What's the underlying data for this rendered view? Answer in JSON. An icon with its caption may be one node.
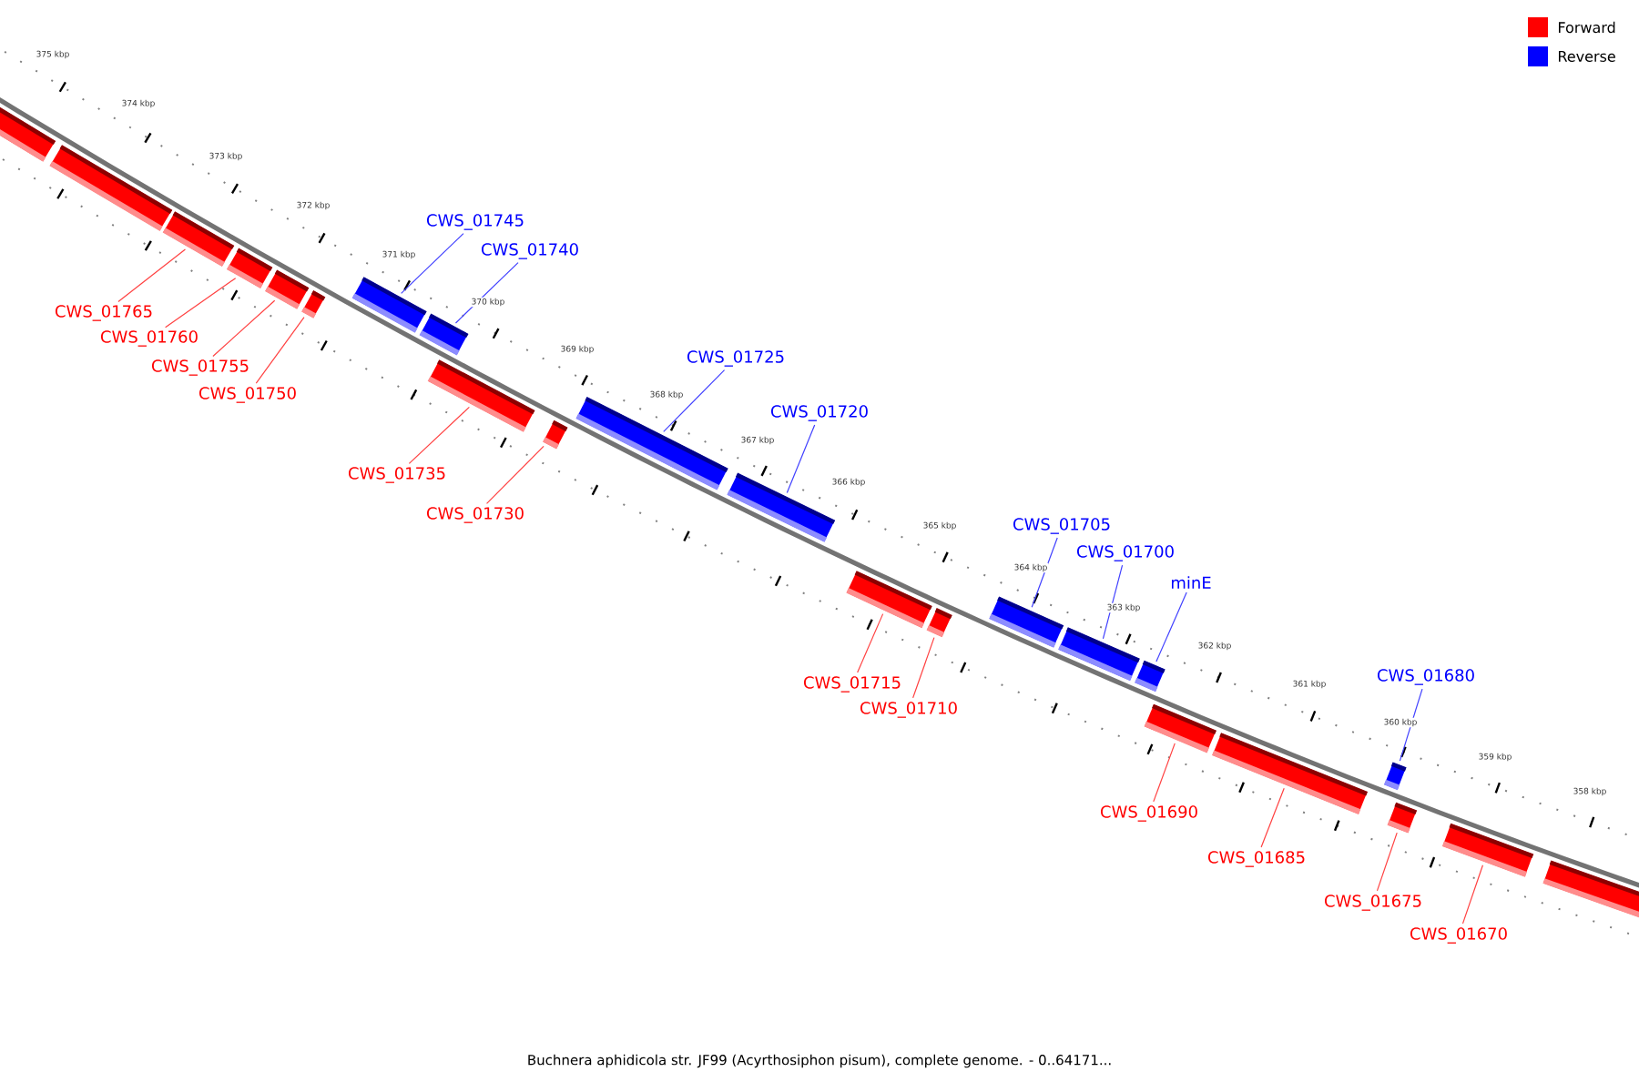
{
  "diagram": {
    "caption": "Buchnera aphidicola str. JF99 (Acyrthosiphon pisum), complete genome. - 0..64171...",
    "nodes": [
      {
        "text": [
          "CWS_01765"
        ]
      },
      {
        "text": [
          "CWS_01760"
        ]
      },
      {
        "text": [
          "CWS_01755"
        ]
      },
      {
        "text": [
          "CWS_01750"
        ]
      },
      {
        "text": [
          "CWS_01745"
        ]
      },
      {
        "text": [
          "CWS_01740"
        ]
      },
      {
        "text": [
          "CWS_01735"
        ]
      },
      {
        "text": [
          "CWS_01730"
        ]
      },
      {
        "text": [
          "CWS_01725"
        ]
      },
      {
        "text": [
          "CWS_01720"
        ]
      },
      {
        "text": [
          "CWS_01715"
        ]
      },
      {
        "text": [
          "CWS_01710"
        ]
      },
      {
        "text": [
          "CWS_01705"
        ]
      },
      {
        "text": [
          "CWS_01700"
        ]
      },
      {
        "text": [
          "minE"
        ]
      },
      {
        "text": [
          "CWS_01690"
        ]
      },
      {
        "text": [
          "CWS_01685"
        ]
      },
      {
        "text": [
          "CWS_01675"
        ]
      },
      {
        "text": [
          "CWS_01670"
        ]
      },
      {
        "text": [
          "CWS_01680"
        ]
      },
      {
        "text": [],
        "shape": "bar"
      },
      {
        "text": [],
        "shape": "bar"
      },
      {
        "text": [],
        "shape": "bar"
      },
      {
        "text": [],
        "shape": "bar"
      },
      {
        "text": [],
        "shape": "bar"
      },
      {
        "text": [],
        "shape": "bar"
      },
      {
        "text": [],
        "shape": "bar"
      },
      {
        "text": [],
        "shape": "bar"
      },
      {
        "text": [],
        "shape": "bar"
      },
      {
        "text": [],
        "shape": "bar"
      },
      {
        "text": [],
        "shape": "bar"
      },
      {
        "text": [],
        "shape": "bar"
      },
      {
        "text": [],
        "shape": "bar"
      },
      {
        "text": [],
        "shape": "bar"
      },
      {
        "text": [],
        "shape": "bar"
      },
      {
        "text": [],
        "shape": "bar"
      },
      {
        "text": [],
        "shape": "bar"
      },
      {
        "text": [],
        "shape": "bar"
      },
      {
        "text": [],
        "shape": "bar"
      },
      {
        "text": [],
        "shape": "bar"
      },
      {
        "text": [],
        "shape": "bar"
      },
      {
        "text": [],
        "shape": "bar"
      },
      {
        "text": [],
        "shape": "bar"
      }
    ],
    "edges": [
      {
        "from": 0,
        "to": 22,
        "arrow": "none"
      },
      {
        "from": 1,
        "to": 23,
        "arrow": "none"
      },
      {
        "from": 2,
        "to": 24,
        "arrow": "none"
      },
      {
        "from": 3,
        "to": 25,
        "arrow": "none"
      },
      {
        "from": 4,
        "to": 26,
        "arrow": "none",
        "color": "#4040ff"
      },
      {
        "from": 5,
        "to": 27,
        "arrow": "none",
        "color": "#4040ff"
      },
      {
        "from": 6,
        "to": 28,
        "arrow": "none"
      },
      {
        "from": 7,
        "to": 29,
        "arrow": "none"
      },
      {
        "from": 8,
        "to": 30,
        "arrow": "none",
        "color": "#4040ff"
      },
      {
        "from": 9,
        "to": 31,
        "arrow": "none",
        "color": "#4040ff"
      },
      {
        "from": 10,
        "to": 32,
        "arrow": "none"
      },
      {
        "from": 11,
        "to": 33,
        "arrow": "none"
      },
      {
        "from": 12,
        "to": 34,
        "arrow": "none",
        "color": "#4040ff"
      },
      {
        "from": 13,
        "to": 35,
        "arrow": "none",
        "color": "#4040ff"
      },
      {
        "from": 14,
        "to": 36,
        "arrow": "none",
        "color": "#4040ff"
      },
      {
        "from": 15,
        "to": 37,
        "arrow": "none"
      },
      {
        "from": 16,
        "to": 38,
        "arrow": "none"
      },
      {
        "from": 17,
        "to": 40,
        "arrow": "none"
      },
      {
        "from": 18,
        "to": 41,
        "arrow": "none"
      },
      {
        "from": 19,
        "to": 39,
        "arrow": "none",
        "color": "#4040ff"
      }
    ],
    "labels": [
      "375 kbp",
      "374 kbp",
      "373 kbp",
      "372 kbp",
      "371 kbp",
      "370 kbp",
      "369 kbp",
      "368 kbp",
      "367 kbp",
      "366 kbp",
      "365 kbp",
      "364 kbp",
      "363 kbp",
      "362 kbp",
      "361 kbp",
      "360 kbp",
      "359 kbp",
      "358 kbp"
    ],
    "legend": [
      {
        "text": "Forward",
        "color": "#ff0000"
      },
      {
        "text": "Reverse",
        "color": "#0000ff"
      }
    ]
  }
}
